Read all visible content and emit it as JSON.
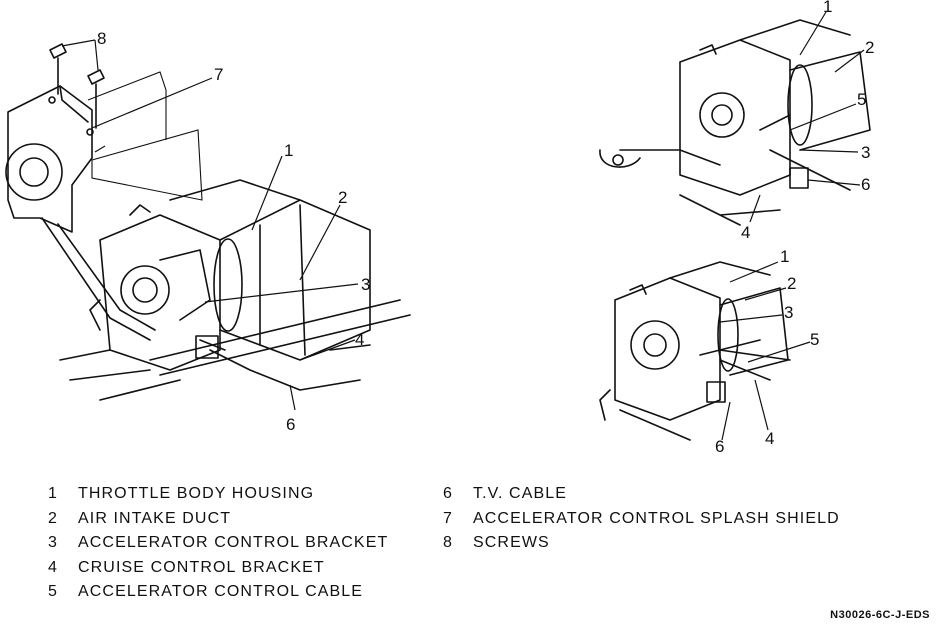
{
  "figure_id": "N30026-6C-J-EDS",
  "main_view": {
    "callouts": [
      "8",
      "7",
      "1",
      "2",
      "3",
      "4",
      "6"
    ]
  },
  "top_right_view": {
    "callouts": [
      "1",
      "2",
      "5",
      "3",
      "6",
      "4"
    ]
  },
  "bottom_right_view": {
    "callouts": [
      "1",
      "2",
      "3",
      "5",
      "4",
      "6"
    ]
  },
  "legend": {
    "left": [
      {
        "num": "1",
        "label": "THROTTLE BODY HOUSING"
      },
      {
        "num": "2",
        "label": "AIR INTAKE DUCT"
      },
      {
        "num": "3",
        "label": "ACCELERATOR CONTROL BRACKET"
      },
      {
        "num": "4",
        "label": "CRUISE CONTROL BRACKET"
      },
      {
        "num": "5",
        "label": "ACCELERATOR CONTROL CABLE"
      }
    ],
    "right": [
      {
        "num": "6",
        "label": "T.V. CABLE"
      },
      {
        "num": "7",
        "label": "ACCELERATOR CONTROL SPLASH SHIELD"
      },
      {
        "num": "8",
        "label": "SCREWS"
      }
    ]
  }
}
